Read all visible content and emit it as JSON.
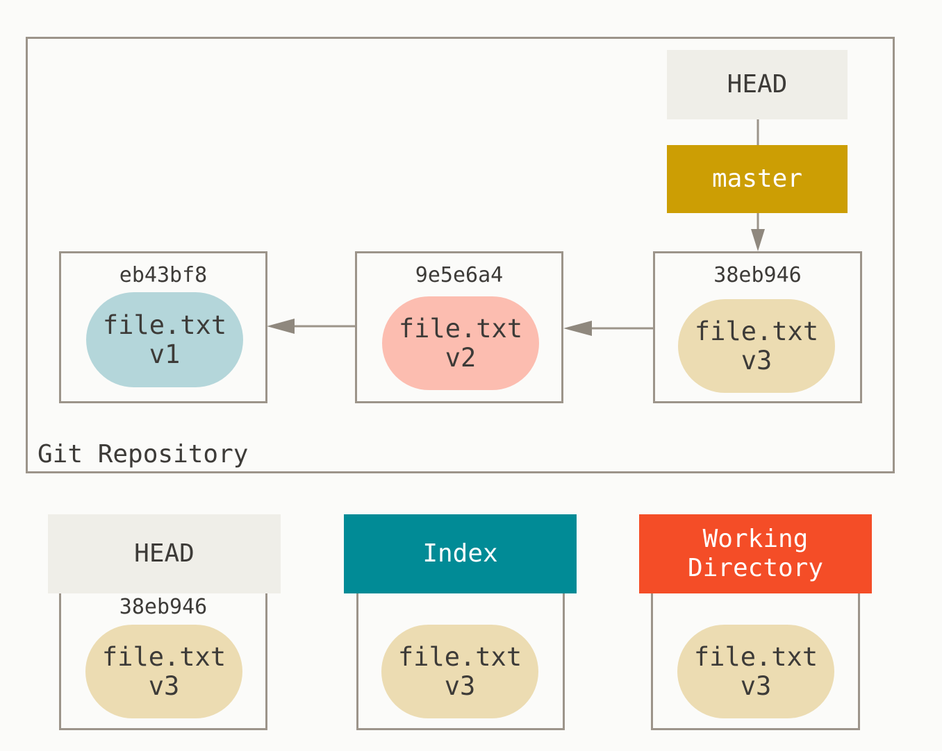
{
  "repository": {
    "label": "Git Repository",
    "head_label": "HEAD",
    "branch_label": "master",
    "commits": [
      {
        "hash": "eb43bf8",
        "file": "file.txt",
        "version": "v1",
        "color": "#b4d6da"
      },
      {
        "hash": "9e5e6a4",
        "file": "file.txt",
        "version": "v2",
        "color": "#fcbdb0"
      },
      {
        "hash": "38eb946",
        "file": "file.txt",
        "version": "v3",
        "color": "#ecdcb2"
      }
    ]
  },
  "trees": [
    {
      "title": "HEAD",
      "hash": "38eb946",
      "file": "file.txt",
      "version": "v3",
      "header_color": "#efeee8",
      "header_text_color": "#3d3b38"
    },
    {
      "title": "Index",
      "file": "file.txt",
      "version": "v3",
      "header_color": "#018b96",
      "header_text_color": "#ffffff"
    },
    {
      "title": "Working\nDirectory",
      "file": "file.txt",
      "version": "v3",
      "header_color": "#f44d27",
      "header_text_color": "#ffffff"
    }
  ],
  "colors": {
    "border": "#9c948a",
    "branch": "#cc9e04",
    "head_ref": "#efeee8",
    "blob_v3": "#ecdcb2"
  }
}
